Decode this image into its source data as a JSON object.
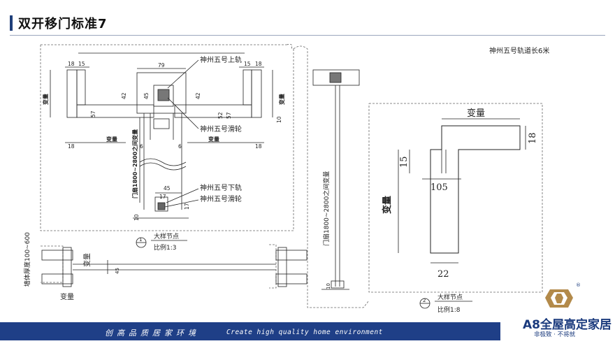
{
  "page": {
    "title": "双开移门标准7",
    "rail_note": "神州五号轨道长6米"
  },
  "detail1": {
    "dims": {
      "d18a": "18",
      "d15a": "15",
      "d15b": "15",
      "d18b": "18",
      "d79": "79",
      "d42a": "42",
      "d45a": "45",
      "d42b": "42",
      "d57a": "57",
      "d52": "52",
      "d57b": "57",
      "d10a": "10",
      "d18c": "18",
      "d6a": "6",
      "d6b": "6",
      "d18d": "18",
      "d45b": "45",
      "d17a": "17",
      "d17b": "17",
      "d10b": "10"
    },
    "variable_left": "变量",
    "variable_right": "变量",
    "variable_bottom_left": "变量",
    "variable_bottom_right": "变量",
    "height_range": "门扇1800~2800之间变量",
    "callouts": {
      "top_rail": "神州五号上轨",
      "top_roller": "神州五号滑轮",
      "bottom_rail": "神州五号下轨",
      "bottom_roller": "神州五号滑轮"
    },
    "label_number": "1",
    "label_title": "大样节点",
    "label_scale": "比例1:3"
  },
  "plan": {
    "wall_thickness": "墙体厚度100~600",
    "variable_a": "变量",
    "variable_b": "变量",
    "dim45": "45"
  },
  "section": {
    "height_range": "门扇1800~2800之间变量",
    "dim10": "10"
  },
  "detail2": {
    "variable_top": "变量",
    "dim18": "18",
    "dim15": "15",
    "dim105": "105",
    "variable_side": "变量",
    "dim22": "22",
    "label_number": "2",
    "label_title": "大样节点",
    "label_scale": "比例1:8"
  },
  "footer": {
    "slogan_cn": "创高品质居家环境",
    "slogan_en": "Create high quality home environment",
    "brand_name": "A8全屋高定家居",
    "brand_slogan": "非极致 · 不将就",
    "brand_reg": "®"
  },
  "colors": {
    "accent": "#1f3f87",
    "line": "#222222"
  }
}
